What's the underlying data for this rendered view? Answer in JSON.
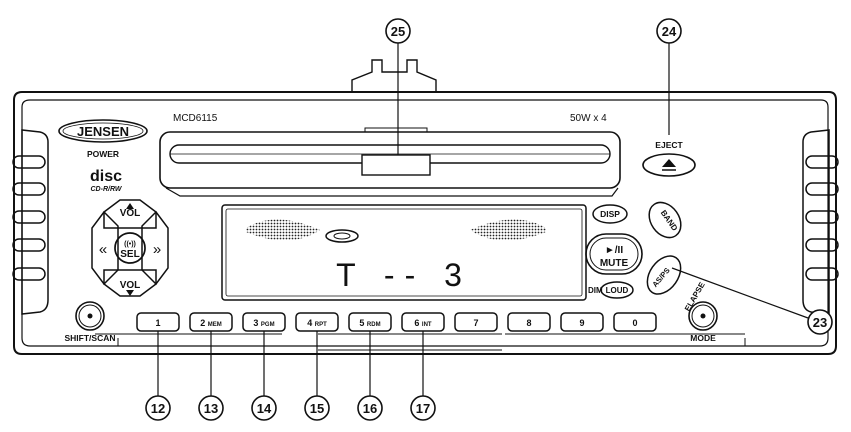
{
  "unit": {
    "brand": "JENSEN",
    "model": "MCD6115",
    "power_rating": "50W x 4",
    "power_label": "POWER",
    "disc_logo": "disc",
    "disc_sub": "CD-R/RW",
    "display_text": "T -- 3"
  },
  "controls": {
    "eject": "EJECT",
    "vol_up": "VOL",
    "vol_down": "VOL",
    "sel": "SEL",
    "disp": "DISP",
    "band": "BAND",
    "play_mute_top": "►/II",
    "play_mute_bottom": "MUTE",
    "dim": "DIM",
    "loud": "LOUD",
    "asps": "AS/PS",
    "elapse": "ELAPSE",
    "shift_scan": "SHIFT/SCAN",
    "mode": "MODE"
  },
  "presets": [
    {
      "num": "1",
      "sub": ""
    },
    {
      "num": "2",
      "sub": "MEM"
    },
    {
      "num": "3",
      "sub": "PGM"
    },
    {
      "num": "4",
      "sub": "RPT"
    },
    {
      "num": "5",
      "sub": "RDM"
    },
    {
      "num": "6",
      "sub": "INT"
    },
    {
      "num": "7",
      "sub": ""
    },
    {
      "num": "8",
      "sub": ""
    },
    {
      "num": "9",
      "sub": ""
    },
    {
      "num": "0",
      "sub": ""
    }
  ],
  "callouts": {
    "c12": "12",
    "c13": "13",
    "c14": "14",
    "c15": "15",
    "c16": "16",
    "c17": "17",
    "c23": "23",
    "c24": "24",
    "c25": "25"
  }
}
